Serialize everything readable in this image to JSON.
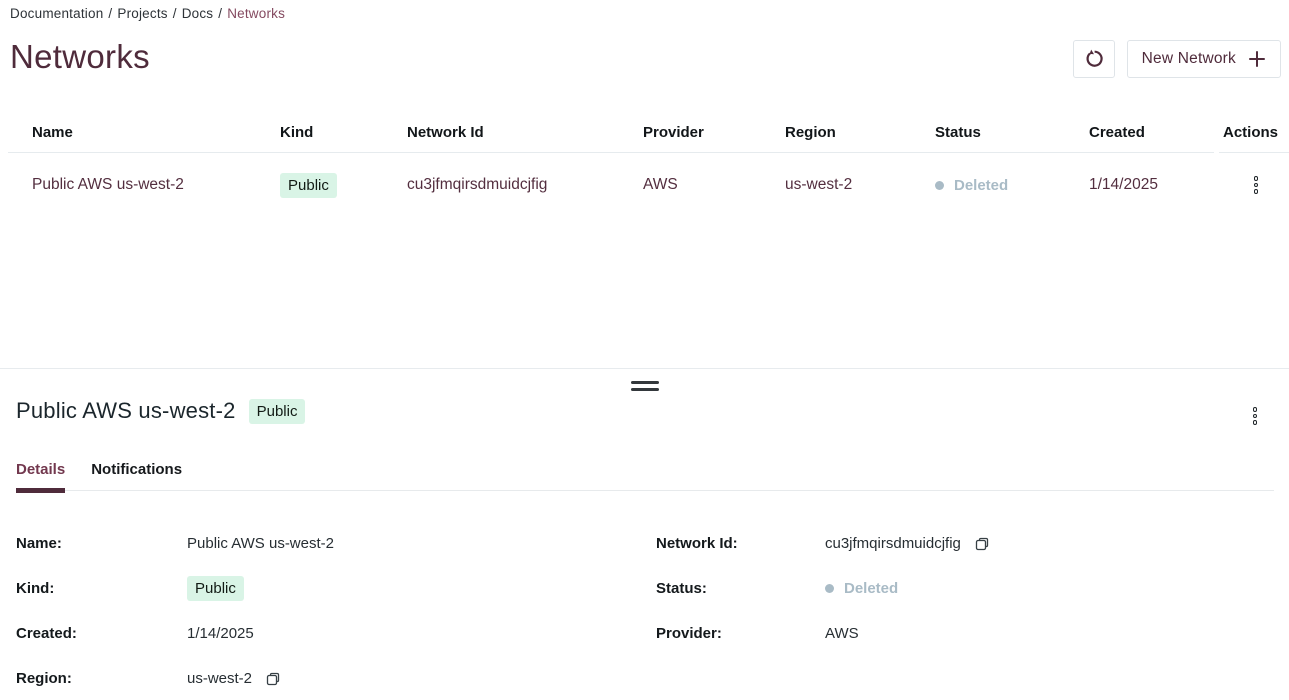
{
  "breadcrumb": {
    "separator": "/",
    "items": [
      "Documentation",
      "Projects",
      "Docs"
    ],
    "current": "Networks"
  },
  "header": {
    "title": "Networks",
    "new_network_label": "New Network"
  },
  "icons": {
    "refresh": "refresh-icon",
    "plus": "plus-icon",
    "kebab": "kebab-menu-icon",
    "copy": "copy-icon"
  },
  "table": {
    "columns": [
      "Name",
      "Kind",
      "Network Id",
      "Provider",
      "Region",
      "Status",
      "Created",
      "Actions"
    ],
    "rows": [
      {
        "name": "Public AWS us-west-2",
        "kind": "Public",
        "network_id": "cu3jfmqirsdmuidcjfig",
        "provider": "AWS",
        "region": "us-west-2",
        "status": "Deleted",
        "created": "1/14/2025"
      }
    ]
  },
  "drawer": {
    "title": "Public AWS us-west-2",
    "badge": "Public",
    "tabs": [
      {
        "label": "Details"
      },
      {
        "label": "Notifications"
      }
    ],
    "details": {
      "name_label": "Name:",
      "name": "Public AWS us-west-2",
      "kind_label": "Kind:",
      "kind": "Public",
      "created_label": "Created:",
      "created": "1/14/2025",
      "region_label": "Region:",
      "region": "us-west-2",
      "network_id_label": "Network Id:",
      "network_id": "cu3jfmqirsdmuidcjfig",
      "status_label": "Status:",
      "status": "Deleted",
      "provider_label": "Provider:",
      "provider": "AWS"
    }
  },
  "colors": {
    "accent_maroon": "#4f2b3b",
    "badge_bg": "#d9f4e6",
    "status_deleted": "#a9bbc6",
    "border": "#e6ebee"
  }
}
